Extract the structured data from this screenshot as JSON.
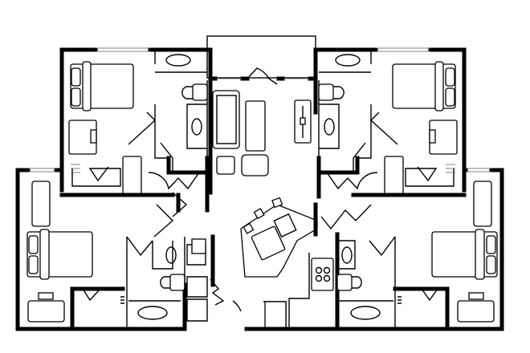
{
  "plan": {
    "colors": {
      "wall": "#000000",
      "background": "#ffffff"
    },
    "rooms": [
      "bedroom",
      "bedroom",
      "bedroom",
      "bedroom",
      "bathroom",
      "bathroom",
      "bathroom",
      "bathroom",
      "living-room",
      "kitchen",
      "balcony"
    ]
  }
}
